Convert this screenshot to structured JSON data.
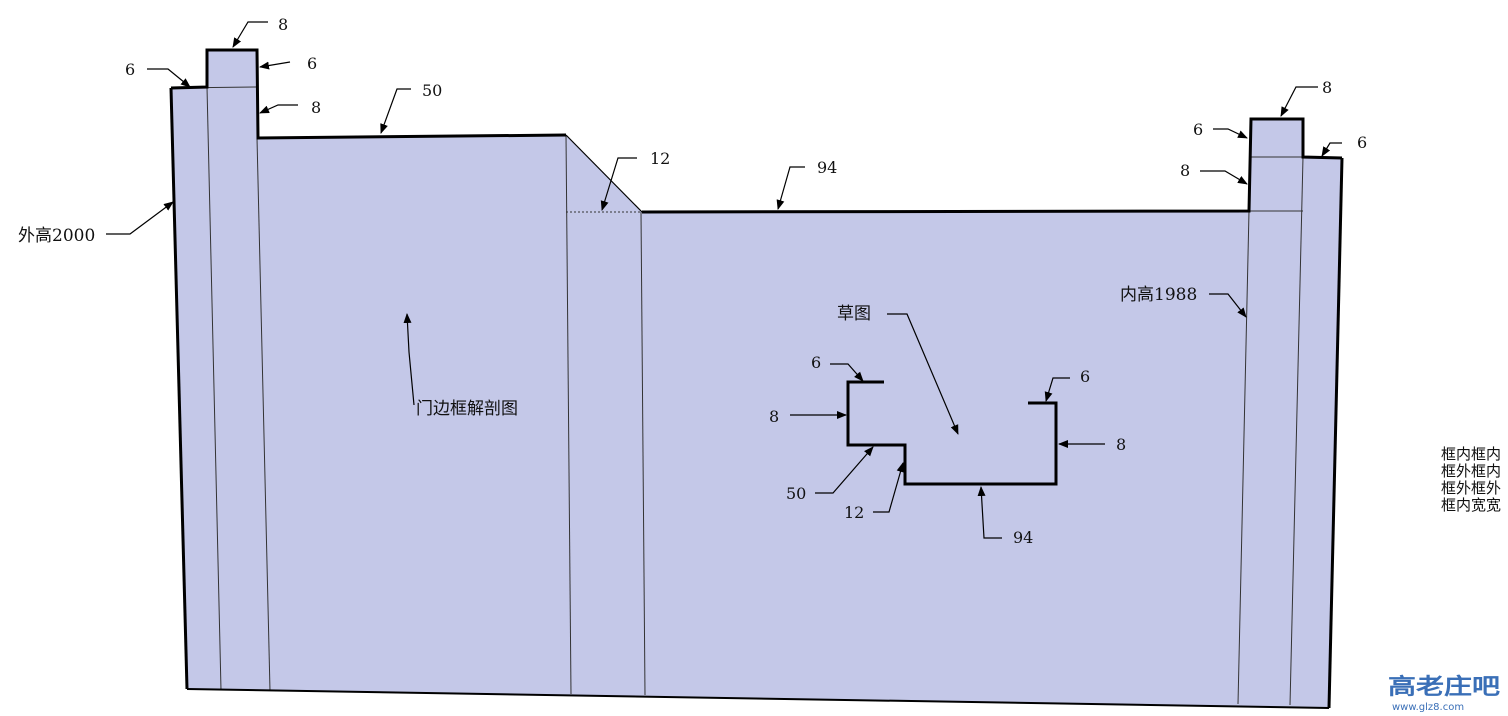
{
  "colors": {
    "face": "#c4c8e8",
    "outline": "#000000",
    "thin": "#333333",
    "watermark_a": "#3a6fb7",
    "watermark_b": "#5fb23a",
    "watermark_c": "#d6a21e"
  },
  "labels": {
    "outer_height": "外高2000",
    "inner_height": "内高1988",
    "section_view": "门边框解剖图",
    "sketch": "草图"
  },
  "dims": {
    "l_top_8": "8",
    "l_top_6": "6",
    "l_left_6": "6",
    "l_mid_8": "8",
    "l_50": "50",
    "l_12": "12",
    "l_94": "94",
    "r_top_8": "8",
    "r_left_6": "6",
    "r_right_6": "6",
    "r_mid_8": "8",
    "s_6_left": "6",
    "s_8_left": "8",
    "s_50": "50",
    "s_12": "12",
    "s_94": "94",
    "s_6_right": "6",
    "s_8_right": "8"
  },
  "side_notes": [
    "框内框内",
    "框外框内",
    "框外框外",
    "框内宽宽"
  ],
  "watermark": {
    "mark": "高老庄吧",
    "url": "www.glz8.com"
  }
}
